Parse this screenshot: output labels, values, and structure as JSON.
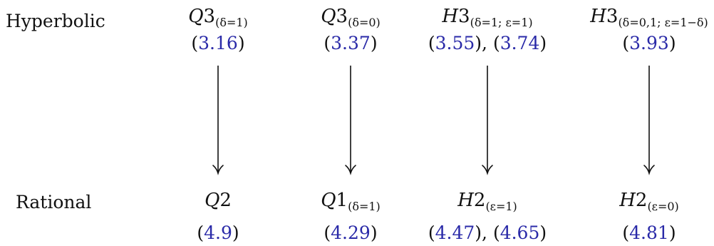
{
  "row_labels": {
    "top": "Hyperbolic",
    "bottom": "Rational"
  },
  "columns": [
    {
      "top": {
        "letter": "Q",
        "number": "3",
        "subscript": "(δ=1)",
        "refs_prefix": "(",
        "refs": [
          "3.16"
        ],
        "refs_suffix": ")"
      },
      "bottom": {
        "letter": "Q",
        "number": "2",
        "subscript": "",
        "refs_prefix": "(",
        "refs": [
          "4.9"
        ],
        "refs_suffix": ")"
      }
    },
    {
      "top": {
        "letter": "Q",
        "number": "3",
        "subscript": "(δ=0)",
        "refs_prefix": "(",
        "refs": [
          "3.37"
        ],
        "refs_suffix": ")"
      },
      "bottom": {
        "letter": "Q",
        "number": "1",
        "subscript": "(δ=1)",
        "refs_prefix": "(",
        "refs": [
          "4.29"
        ],
        "refs_suffix": ")"
      }
    },
    {
      "top": {
        "letter": "H",
        "number": "3",
        "subscript": "(δ=1; ε=1)",
        "refs_prefix": "(",
        "refs": [
          "3.55",
          "3.74"
        ],
        "refs_suffix": ")"
      },
      "bottom": {
        "letter": "H",
        "number": "2",
        "subscript": "(ε=1)",
        "refs_prefix": "(",
        "refs": [
          "4.47",
          "4.65"
        ],
        "refs_suffix": ")"
      }
    },
    {
      "top": {
        "letter": "H",
        "number": "3",
        "subscript": "(δ=0,1; ε=1−δ)",
        "refs_prefix": "(",
        "refs": [
          "3.93"
        ],
        "refs_suffix": ")"
      },
      "bottom": {
        "letter": "H",
        "number": "2",
        "subscript": "(ε=0)",
        "refs_prefix": "(",
        "refs": [
          "4.81"
        ],
        "refs_suffix": ")"
      }
    }
  ],
  "colors": {
    "text": "#111111",
    "reference_link": "#2a2aa8",
    "arrow": "#111111"
  }
}
